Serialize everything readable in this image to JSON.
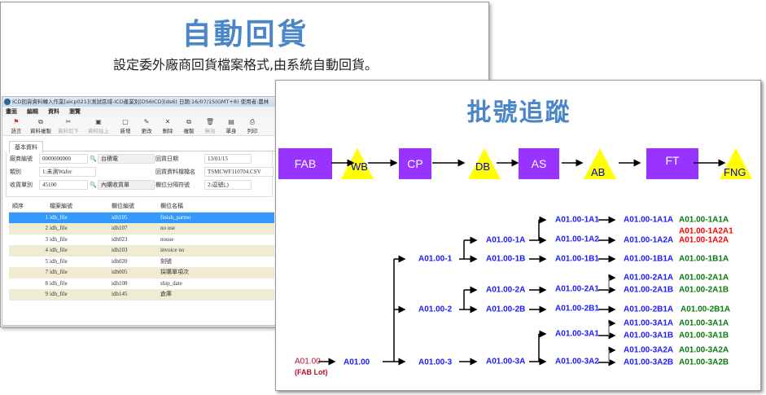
{
  "left_card": {
    "title": "自動回貨",
    "subtitle": "設定委外廠商回貨檔案格式,由系統自動回貨。"
  },
  "window": {
    "title": "ICD回貨資料轉入作業[aicp021](測試區域-ICD產業別[DS6ICD](ds6) 日期:16/07/15(GMT+8) 使用者:農林",
    "menu": [
      "畫面",
      "編輯",
      "資料",
      "瀏覽"
    ],
    "toolbar": [
      {
        "label": "語言",
        "icon": "flag-icon"
      },
      {
        "label": "資料複製",
        "icon": "copy-icon"
      },
      {
        "label": "資料剪下",
        "icon": "cut-icon",
        "disabled": true
      },
      {
        "label": "資料貼上",
        "icon": "paste-icon",
        "disabled": true
      },
      {
        "label": "新增",
        "icon": "new-icon"
      },
      {
        "label": "更改",
        "icon": "edit-icon"
      },
      {
        "label": "刪除",
        "icon": "delete-icon"
      },
      {
        "label": "複製",
        "icon": "duplicate-icon"
      },
      {
        "label": "無效",
        "icon": "trash-icon",
        "disabled": true
      },
      {
        "label": "單身",
        "icon": "detail-icon"
      },
      {
        "label": "列印",
        "icon": "print-icon"
      }
    ],
    "tab": "基本資料",
    "form": {
      "vendor_label": "廠商編號",
      "vendor_value": "0000000000",
      "vendor_name": "台積電",
      "date_label": "回貨日期",
      "date_value": "13/01/15",
      "type_label": "類別",
      "type_value": "1:未測Wafer",
      "file_label": "回貨資料檔檔名",
      "file_value": "TSMCWF110704.CSV",
      "receipt_label": "收貨單別",
      "receipt_value": "45100",
      "receipt_name": "內購收貨單",
      "sep_label": "欄位分隔符號",
      "sep_value": "2:逗號(,)"
    },
    "table": {
      "headers": [
        "順序",
        "檔案編號",
        "欄位編號",
        "欄位名稱"
      ],
      "rows": [
        [
          "1",
          "idh_file",
          "idh105",
          "finish_partno"
        ],
        [
          "2",
          "idh_file",
          "idh107",
          "no use"
        ],
        [
          "3",
          "idh_file",
          "idh023",
          "nouse"
        ],
        [
          "4",
          "idh_file",
          "idh103",
          "invoice no"
        ],
        [
          "5",
          "idh_file",
          "idh020",
          "刻號"
        ],
        [
          "7",
          "idh_file",
          "idh005",
          "採購單項次"
        ],
        [
          "8",
          "idh_file",
          "idh108",
          "ship_date"
        ],
        [
          "9",
          "idh_file",
          "idh145",
          "倉庫"
        ]
      ]
    }
  },
  "right_card": {
    "title": "批號追蹤",
    "flow": [
      "FAB",
      "WB",
      "CP",
      "DB",
      "AS",
      "AB",
      "FT",
      "FNG"
    ],
    "tree": {
      "root": "A01.00",
      "root_note": "(FAB Lot)",
      "l1": "A01.00",
      "l2": [
        "A01.00-1",
        "A01.00-2",
        "A01.00-3"
      ],
      "l3": [
        "A01.00-1A",
        "A01.00-1B",
        "A01.00-2A",
        "A01.00-2B",
        "A01.00-3A"
      ],
      "l4": [
        "A01.00-1A1",
        "A01.00-1A2",
        "A01.00-1B1",
        "A01.00-2A1",
        "A01.00-2B1",
        "A01.00-3A1",
        "A01.00-3A2"
      ],
      "l5": [
        "A01.00-1A1A",
        "A01.00-1A2A",
        "A01.00-1B1A",
        "A01.00-2A1A",
        "A01.00-2A1B",
        "A01.00-2B1A",
        "A01.00-3A1A",
        "A01.00-3A1B",
        "A01.00-3A2A",
        "A01.00-3A2B"
      ],
      "l6": [
        "A01.00-1A1A",
        "A01.00-1A2A1",
        "A01.00-1A2A",
        "A01.00-1B1A",
        "A01.00-2A1A",
        "A01.00-2A1B",
        "A01.00-2B1A",
        "A01.00-3A1A",
        "A01.00-3A1B",
        "A01.00-3A2A",
        "A01.00-3A2B"
      ]
    }
  },
  "colors": {
    "title": "#4a86c8",
    "process_box": "#9933ff",
    "inspect_triangle": "#ffff00",
    "lot_blue": "#1a1aff",
    "lot_green": "#0a7a0a",
    "lot_red": "#ff0000"
  }
}
